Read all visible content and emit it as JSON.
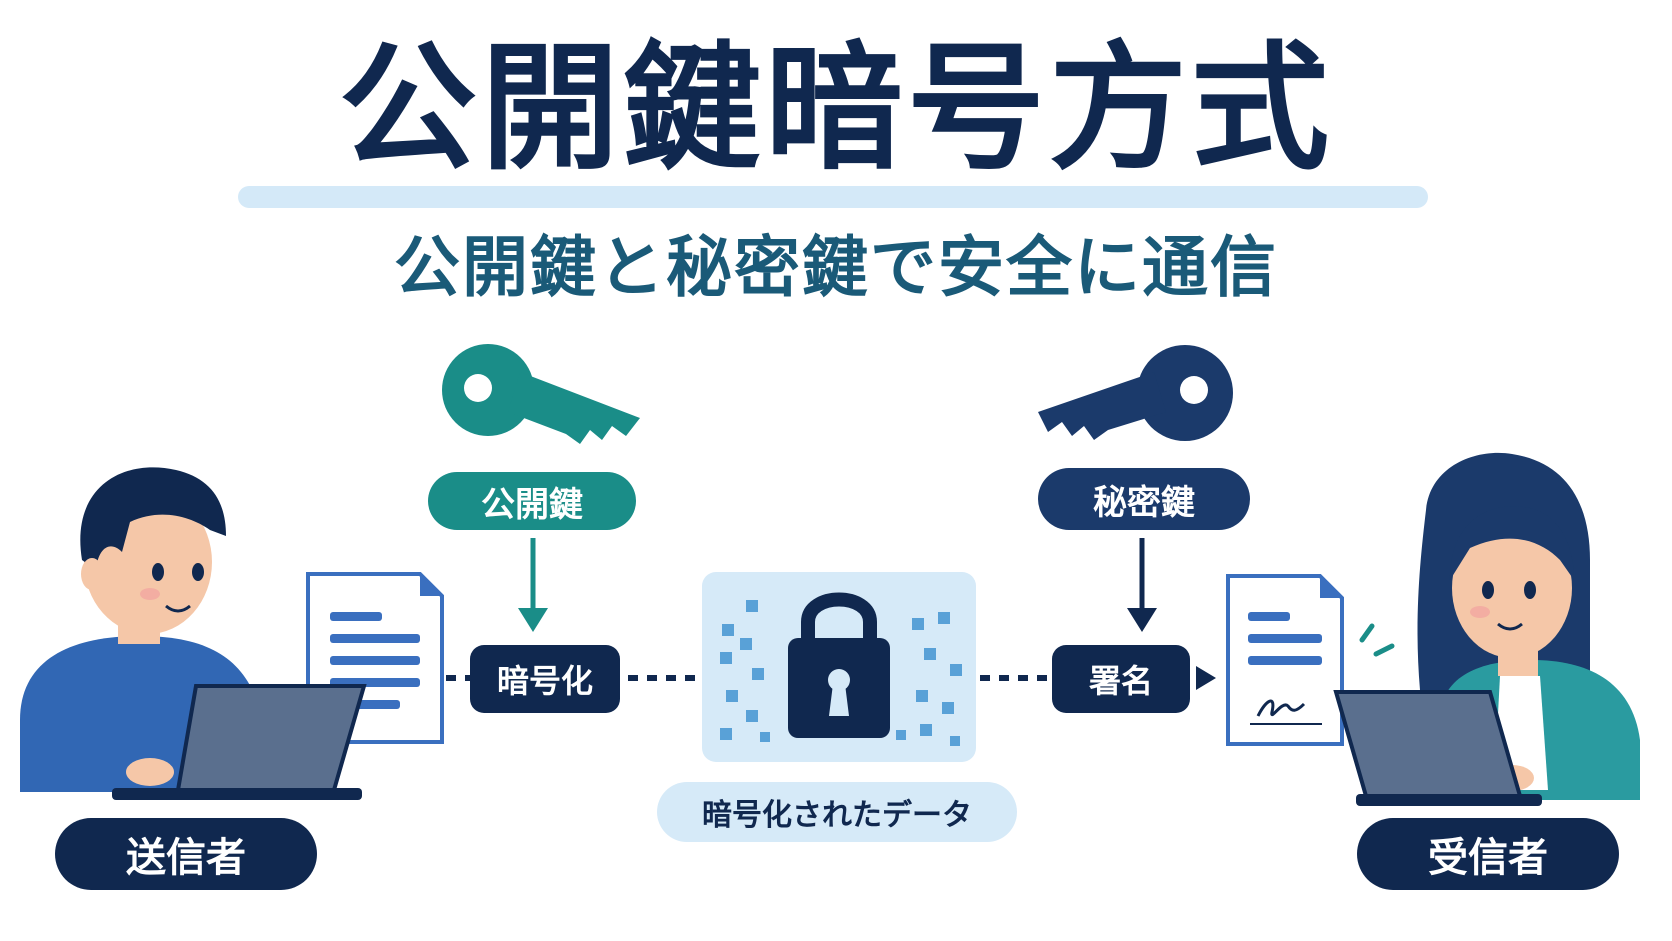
{
  "title": "公開鍵暗号方式",
  "subtitle": "公開鍵と秘密鍵で安全に通信",
  "labels": {
    "public_key": "公開鍵",
    "private_key": "秘密鍵",
    "encrypt": "暗号化",
    "sign": "署名",
    "encrypted_data": "暗号化されたデータ",
    "sender": "送信者",
    "receiver": "受信者"
  },
  "colors": {
    "navy": "#10284f",
    "teal": "#1a8d88",
    "blue": "#1b3a6b",
    "light_blue": "#d6eaf8"
  },
  "icons": [
    "public-key-icon",
    "private-key-icon",
    "padlock-icon",
    "document-icon",
    "signed-document-icon",
    "laptop-icon",
    "sender-person",
    "receiver-person"
  ]
}
